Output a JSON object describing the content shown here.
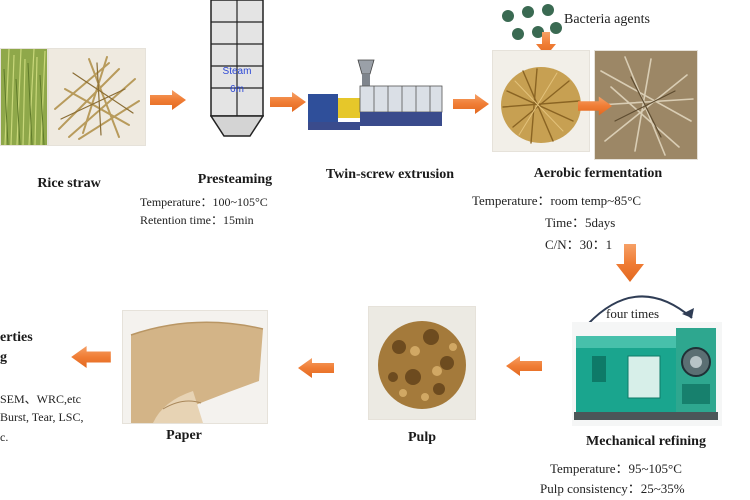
{
  "stages": {
    "rice_straw": {
      "title": "Rice straw"
    },
    "presteaming": {
      "title": "Presteaming",
      "tower_label_1": "Steam",
      "tower_label_2": "6m",
      "param_1": "Temperature：100~105°C",
      "param_2": "Retention time：15min"
    },
    "extrusion": {
      "title": "Twin-screw extrusion"
    },
    "fermentation": {
      "title": "Aerobic fermentation",
      "bacteria_label": "Bacteria agents",
      "param_1": "Temperature：room temp~85°C",
      "param_2": "Time：5days",
      "param_3": "C/N：30：1"
    },
    "refining": {
      "title": "Mechanical refining",
      "loop_label": "four times",
      "param_1": "Temperature：95~105°C",
      "param_2": "Pulp consistency：25~35%"
    },
    "pulp": {
      "title": "Pulp"
    },
    "paper": {
      "title": "Paper"
    },
    "properties": {
      "title_1": "erties",
      "title_2": "g",
      "param_1": "SEM、WRC,etc",
      "param_2": "Burst, Tear, LSC,",
      "param_3": "c."
    }
  },
  "colors": {
    "arrow": "#f07d35",
    "tower_fill": "#e4e4e4",
    "tower_text": "#2c48d6",
    "bacteria": "#3a6a52",
    "refiner": "#1aa58e"
  }
}
